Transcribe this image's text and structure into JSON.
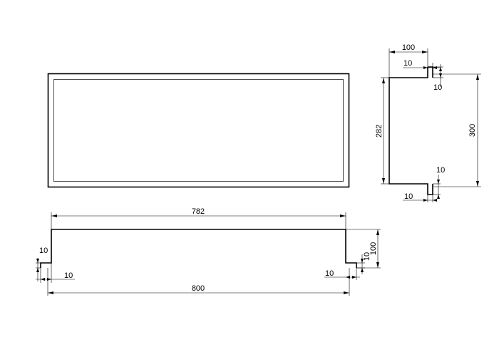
{
  "drawing": {
    "front_view": {},
    "bottom_view": {
      "dim_top_width": "782",
      "dim_overall_width": "800",
      "dim_left_lip_height": "10",
      "dim_left_lip_width": "10",
      "dim_right_lip_height": "10",
      "dim_right_lip_width": "10",
      "dim_height": "100"
    },
    "side_view": {
      "dim_top_width": "100",
      "dim_top_lip_width": "10",
      "dim_top_lip_height": "10",
      "dim_inner_height": "282",
      "dim_overall_height": "300",
      "dim_bottom_lip_height": "10",
      "dim_bottom_lip_width": "10"
    }
  }
}
